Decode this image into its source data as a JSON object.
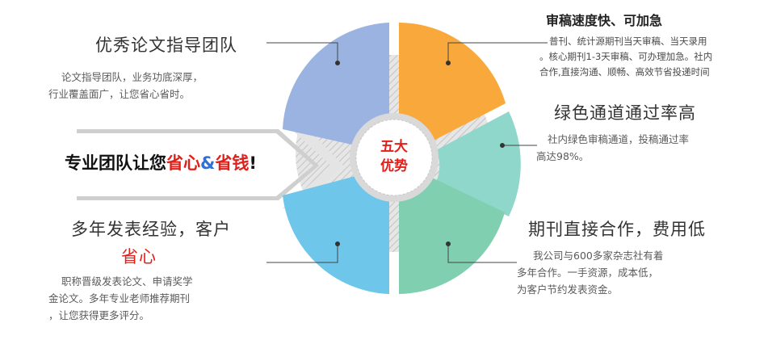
{
  "center": {
    "line1": "五大",
    "line2": "优势"
  },
  "slogan": {
    "prefix": "专业团队让您",
    "accent1": "省心",
    "amp": "&",
    "accent2": "省钱",
    "suffix": "!"
  },
  "blocks": {
    "team": {
      "title": "优秀论文指导团队",
      "body": [
        "论文指导团队，业务功底深厚，",
        "行业覆盖面广，让您省心省时。"
      ]
    },
    "experience": {
      "title": "多年发表经验，客户",
      "title_accent": "省心",
      "body": [
        "职称晋级发表论文、申请奖学",
        "金论文。多年专业老师推荐期刊",
        "，让您获得更多评分。"
      ]
    },
    "speed": {
      "title": "审稿速度快、可加急",
      "body": [
        "普刊、统计源期刊当天审稿、当天录用",
        "。核心期刊1-3天审稿、可办理加急。社内",
        "合作,直接沟通、顺畅、高效节省投递时间"
      ]
    },
    "green": {
      "title": "绿色通道通过率高",
      "body": [
        "社内绿色审稿通道，投稿通过率",
        "高达98%。"
      ]
    },
    "direct": {
      "title": "期刊直接合作，费用低",
      "body": [
        "我公司与600多家杂志社有着",
        "多年合作。一手资源，成本低，",
        "为客户节约发表资金。"
      ]
    }
  },
  "colors": {
    "blue_light": "#9bb3e0",
    "orange": "#f9a93c",
    "teal": "#8fd6cb",
    "green": "#7fcfb0",
    "cyan": "#6ec6ea",
    "hub_gray": "#d6d6d6",
    "accent_red": "#e0201b"
  }
}
